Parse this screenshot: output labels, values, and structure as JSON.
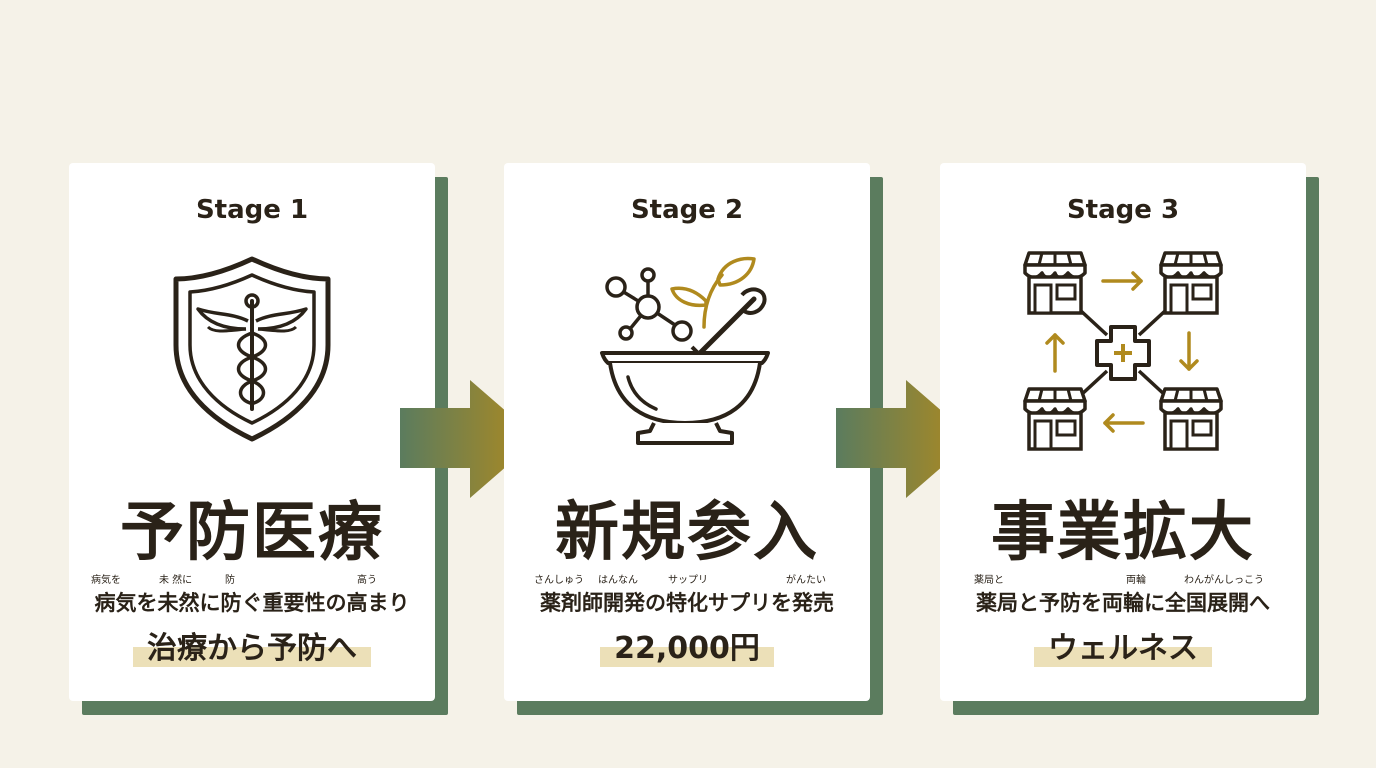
{
  "stages": [
    {
      "label": "Stage 1",
      "title": "予防医療",
      "ruby": [
        "病気を",
        "未 然に",
        "防",
        "高う"
      ],
      "description": "病気を未然に防ぐ重要性の高まり",
      "highlight": "治療から予防へ",
      "icon": "shield-caduceus-icon"
    },
    {
      "label": "Stage 2",
      "title": "新規参入",
      "ruby": [
        "さんしゅう",
        "はんなん",
        "サップリ",
        "がんたい"
      ],
      "description": "薬剤師開発の特化サプリを発売",
      "highlight": "22,000円",
      "icon": "mortar-molecule-leaf-icon"
    },
    {
      "label": "Stage 3",
      "title": "事業拡大",
      "ruby": [
        "薬局と",
        "両輪",
        "わんがんしっこう"
      ],
      "description": "薬局と予防を両輪に全国展開へ",
      "highlight": "ウェルネス",
      "icon": "store-network-icon"
    }
  ],
  "colors": {
    "background": "#f5f2e8",
    "card": "#ffffff",
    "shadow": "#5b7c5e",
    "ink": "#2a2218",
    "accent_gold": "#b08a1e",
    "highlight": "#ece0b8"
  }
}
